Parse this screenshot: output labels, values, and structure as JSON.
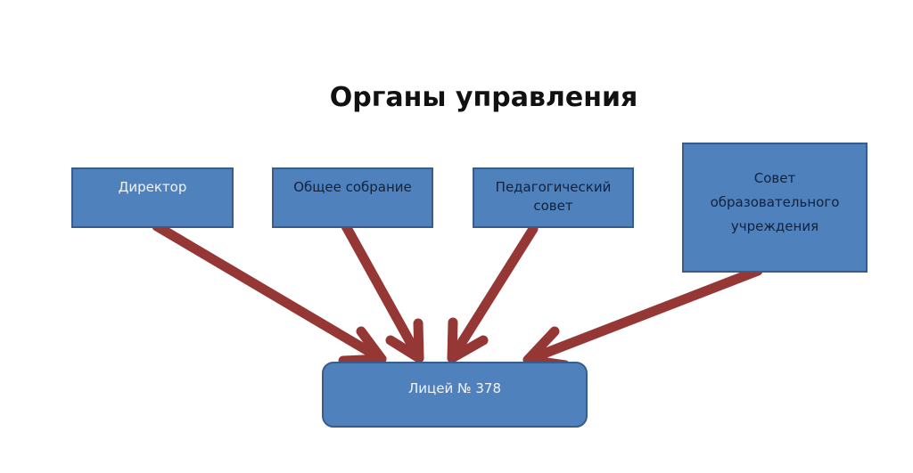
{
  "title": "Органы управления",
  "nodes": {
    "director": "Директор",
    "general_meeting": "Общее собрание",
    "pedagogical_council": "Педагогический совет",
    "school_council": "Совет образовательного учреждения",
    "lyceum": "Лицей № 378"
  },
  "colors": {
    "box_fill": "#4f81bd",
    "box_border": "#385d8a",
    "arrow": "#953735"
  }
}
